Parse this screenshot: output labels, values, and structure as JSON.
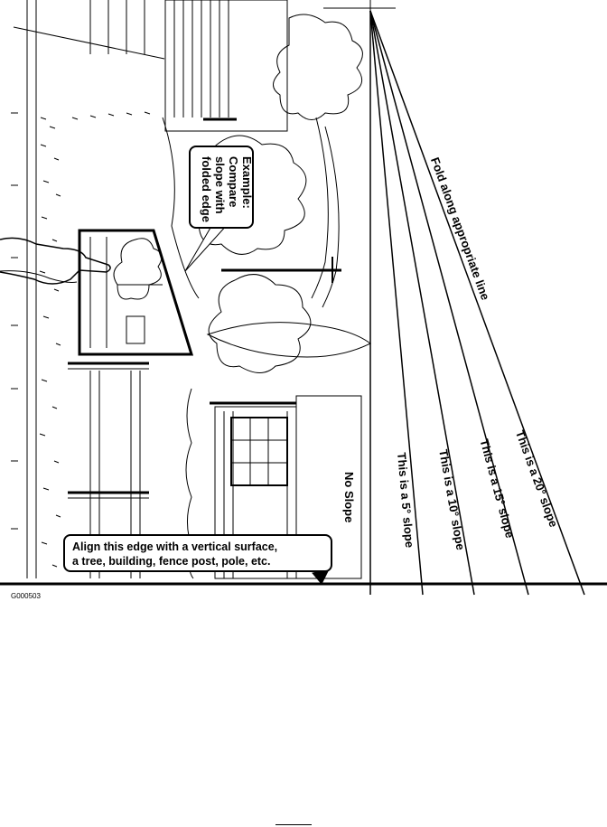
{
  "labels": {
    "fold_line": "Fold along appropriate line",
    "no_slope": "No Slope",
    "slope_5": "This is a 5° slope",
    "slope_10": "This is a 10° slope",
    "slope_15": "This is a 15° slope",
    "slope_20": "This is a 20° slope"
  },
  "callouts": {
    "example_line1": "Example:",
    "example_line2": "Compare",
    "example_line3": "slope with",
    "example_line4": "folded edge",
    "align_line1": "Align this edge with a vertical surface,",
    "align_line2": "a tree, building, fence post, pole, etc."
  },
  "figure_code": "G000503"
}
